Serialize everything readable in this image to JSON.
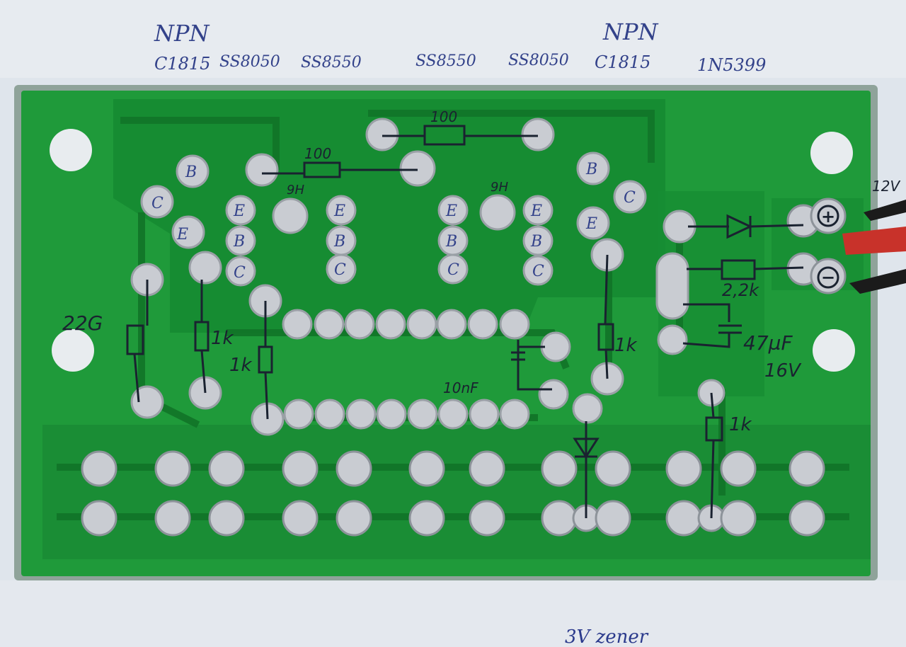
{
  "photo": {
    "subject": "green-pcb-with-handwritten-annotations",
    "colors": {
      "paper": "#dde3ea",
      "pcb_green": "#1f9a3a",
      "trace_dark": "#137a2c",
      "pad": "#c9ccd2",
      "ink_blue": "#33428a",
      "ink_dark": "#1a2230"
    }
  },
  "top_labels": {
    "npn_left": "NPN",
    "c1815_left": "C1815",
    "ss8050_left": "SS8050",
    "ss8550_left": "SS8550",
    "ss8550_right": "SS8550",
    "ss8050_right": "SS8050",
    "npn_right": "NPN",
    "c1815_right": "C1815",
    "diode_part": "1N5399"
  },
  "board_labels": {
    "resistor_top": "100",
    "resistor_mid": "100",
    "pin_left": "9H",
    "pin_right": "9H",
    "r_22g": "22G",
    "r_1k_a": "1k",
    "r_1k_b": "1k",
    "r_1k_c": "1k",
    "r_1k_d": "1k",
    "r_2k2": "2,2k",
    "cap_value": "47µF",
    "cap_voltage": "16V",
    "cap_small": "10nF",
    "supply": "12V",
    "plus": "+",
    "minus": "−"
  },
  "pins_left": {
    "b1": "B",
    "c1": "C",
    "e1": "E",
    "e2": "E",
    "b2": "B",
    "c2": "C",
    "e3": "E",
    "b3": "B",
    "c3": "C"
  },
  "pins_right": {
    "e4": "E",
    "b4": "B",
    "c4": "C",
    "e5": "E",
    "b5": "B",
    "c5": "C",
    "b6": "B",
    "c6": "C",
    "e6": "E"
  },
  "bottom_note": "3V zener"
}
